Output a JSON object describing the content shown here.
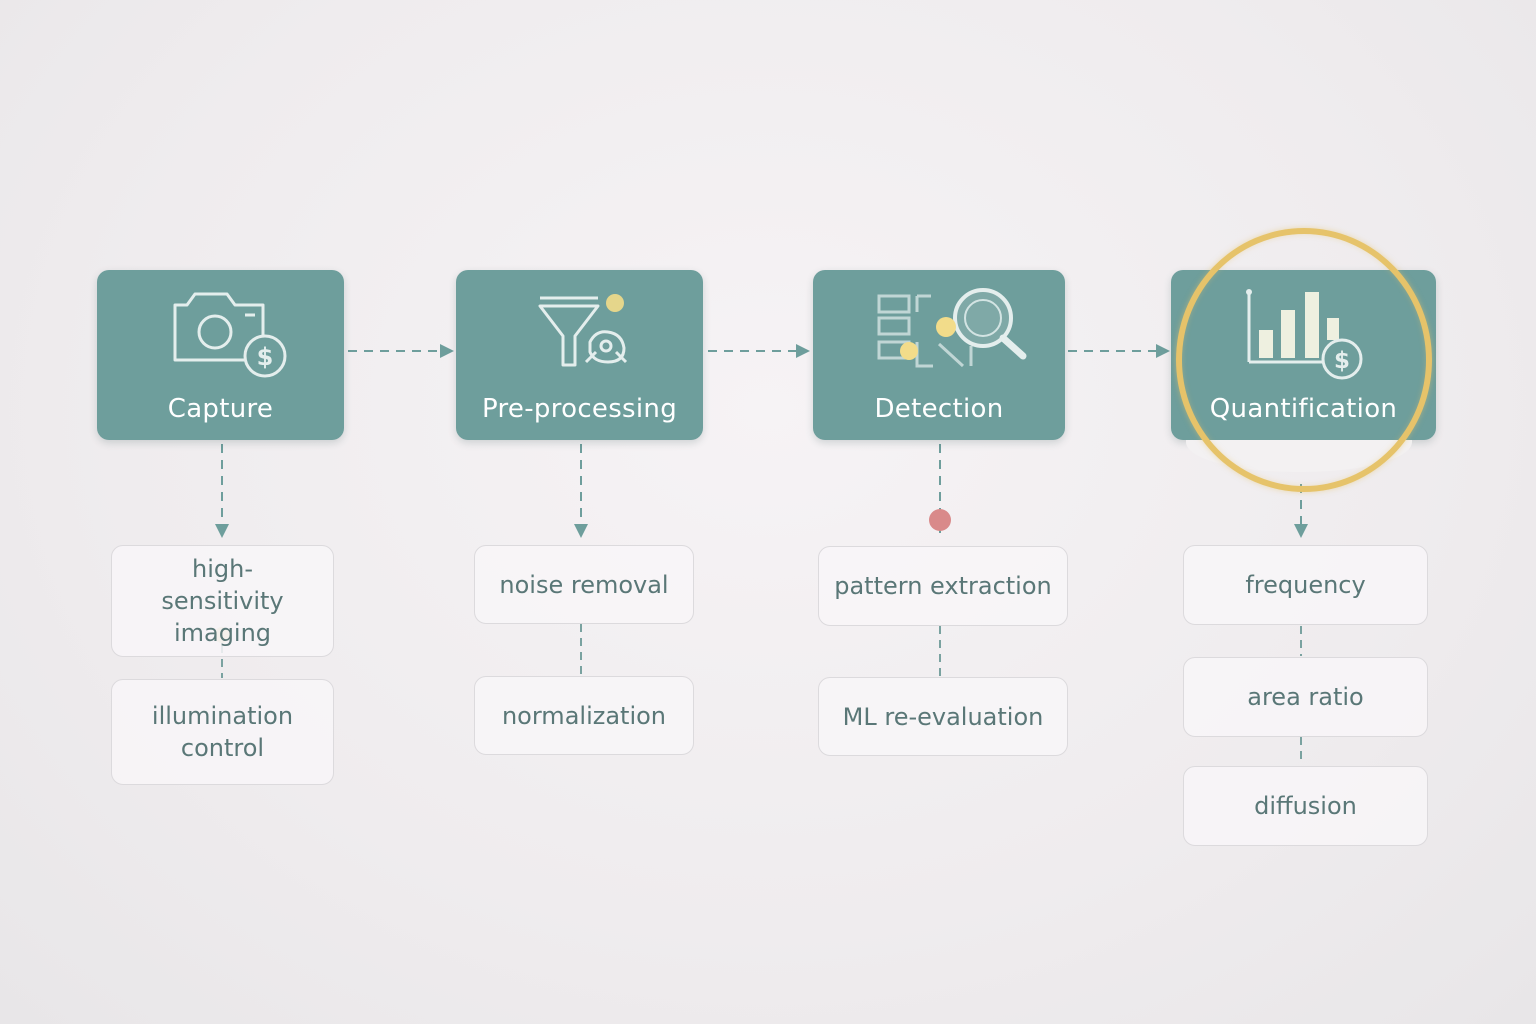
{
  "stages": [
    {
      "label": "Capture",
      "icon": "camera-dollar-icon"
    },
    {
      "label": "Pre-processing",
      "icon": "filter-funnel-icon"
    },
    {
      "label": "Detection",
      "icon": "magnifier-grid-icon"
    },
    {
      "label": "Quantification",
      "icon": "bar-chart-dollar-icon"
    }
  ],
  "details": {
    "capture": [
      "high-sensitivity imaging",
      "illumination control"
    ],
    "preprocessing": [
      "noise removal",
      "normalization"
    ],
    "detection": [
      "pattern extraction",
      "ML re-evaluation"
    ],
    "quantification": [
      "frequency",
      "area ratio",
      "diffusion"
    ]
  },
  "colors": {
    "stage_fill": "#6e9e9c",
    "connector": "#6e9e9c",
    "highlight_ring": "#e6c36a",
    "marker_yellow": "#f2dc8a",
    "marker_red": "#d98a8a",
    "marker_tan": "#d9cc9f"
  },
  "highlighted_stage": "Quantification"
}
